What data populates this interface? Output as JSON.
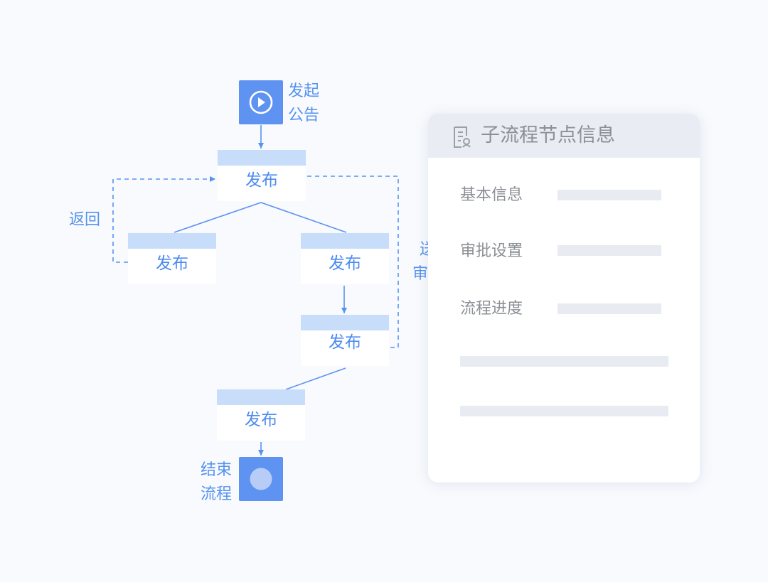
{
  "start": {
    "label_line1": "发起",
    "label_line2": "公告",
    "icon": "play-circle-icon"
  },
  "end": {
    "label_line1": "结束",
    "label_line2": "流程",
    "icon": "stop-circle-icon"
  },
  "loop_labels": {
    "return": "返回",
    "right_partial_line1": "送",
    "right_partial_line2": "审"
  },
  "nodes": [
    {
      "label": "发布"
    },
    {
      "label": "发布"
    },
    {
      "label": "发布"
    },
    {
      "label": "发布"
    },
    {
      "label": "发布"
    }
  ],
  "panel": {
    "title": "子流程节点信息",
    "icon": "document-icon",
    "rows": [
      {
        "label": "基本信息"
      },
      {
        "label": "审批设置"
      },
      {
        "label": "流程进度"
      }
    ]
  },
  "colors": {
    "accent": "#5f93f2",
    "node_cap": "#c7ddf9",
    "text_blue": "#4d8bf0",
    "panel_head": "#e9ecf2"
  }
}
